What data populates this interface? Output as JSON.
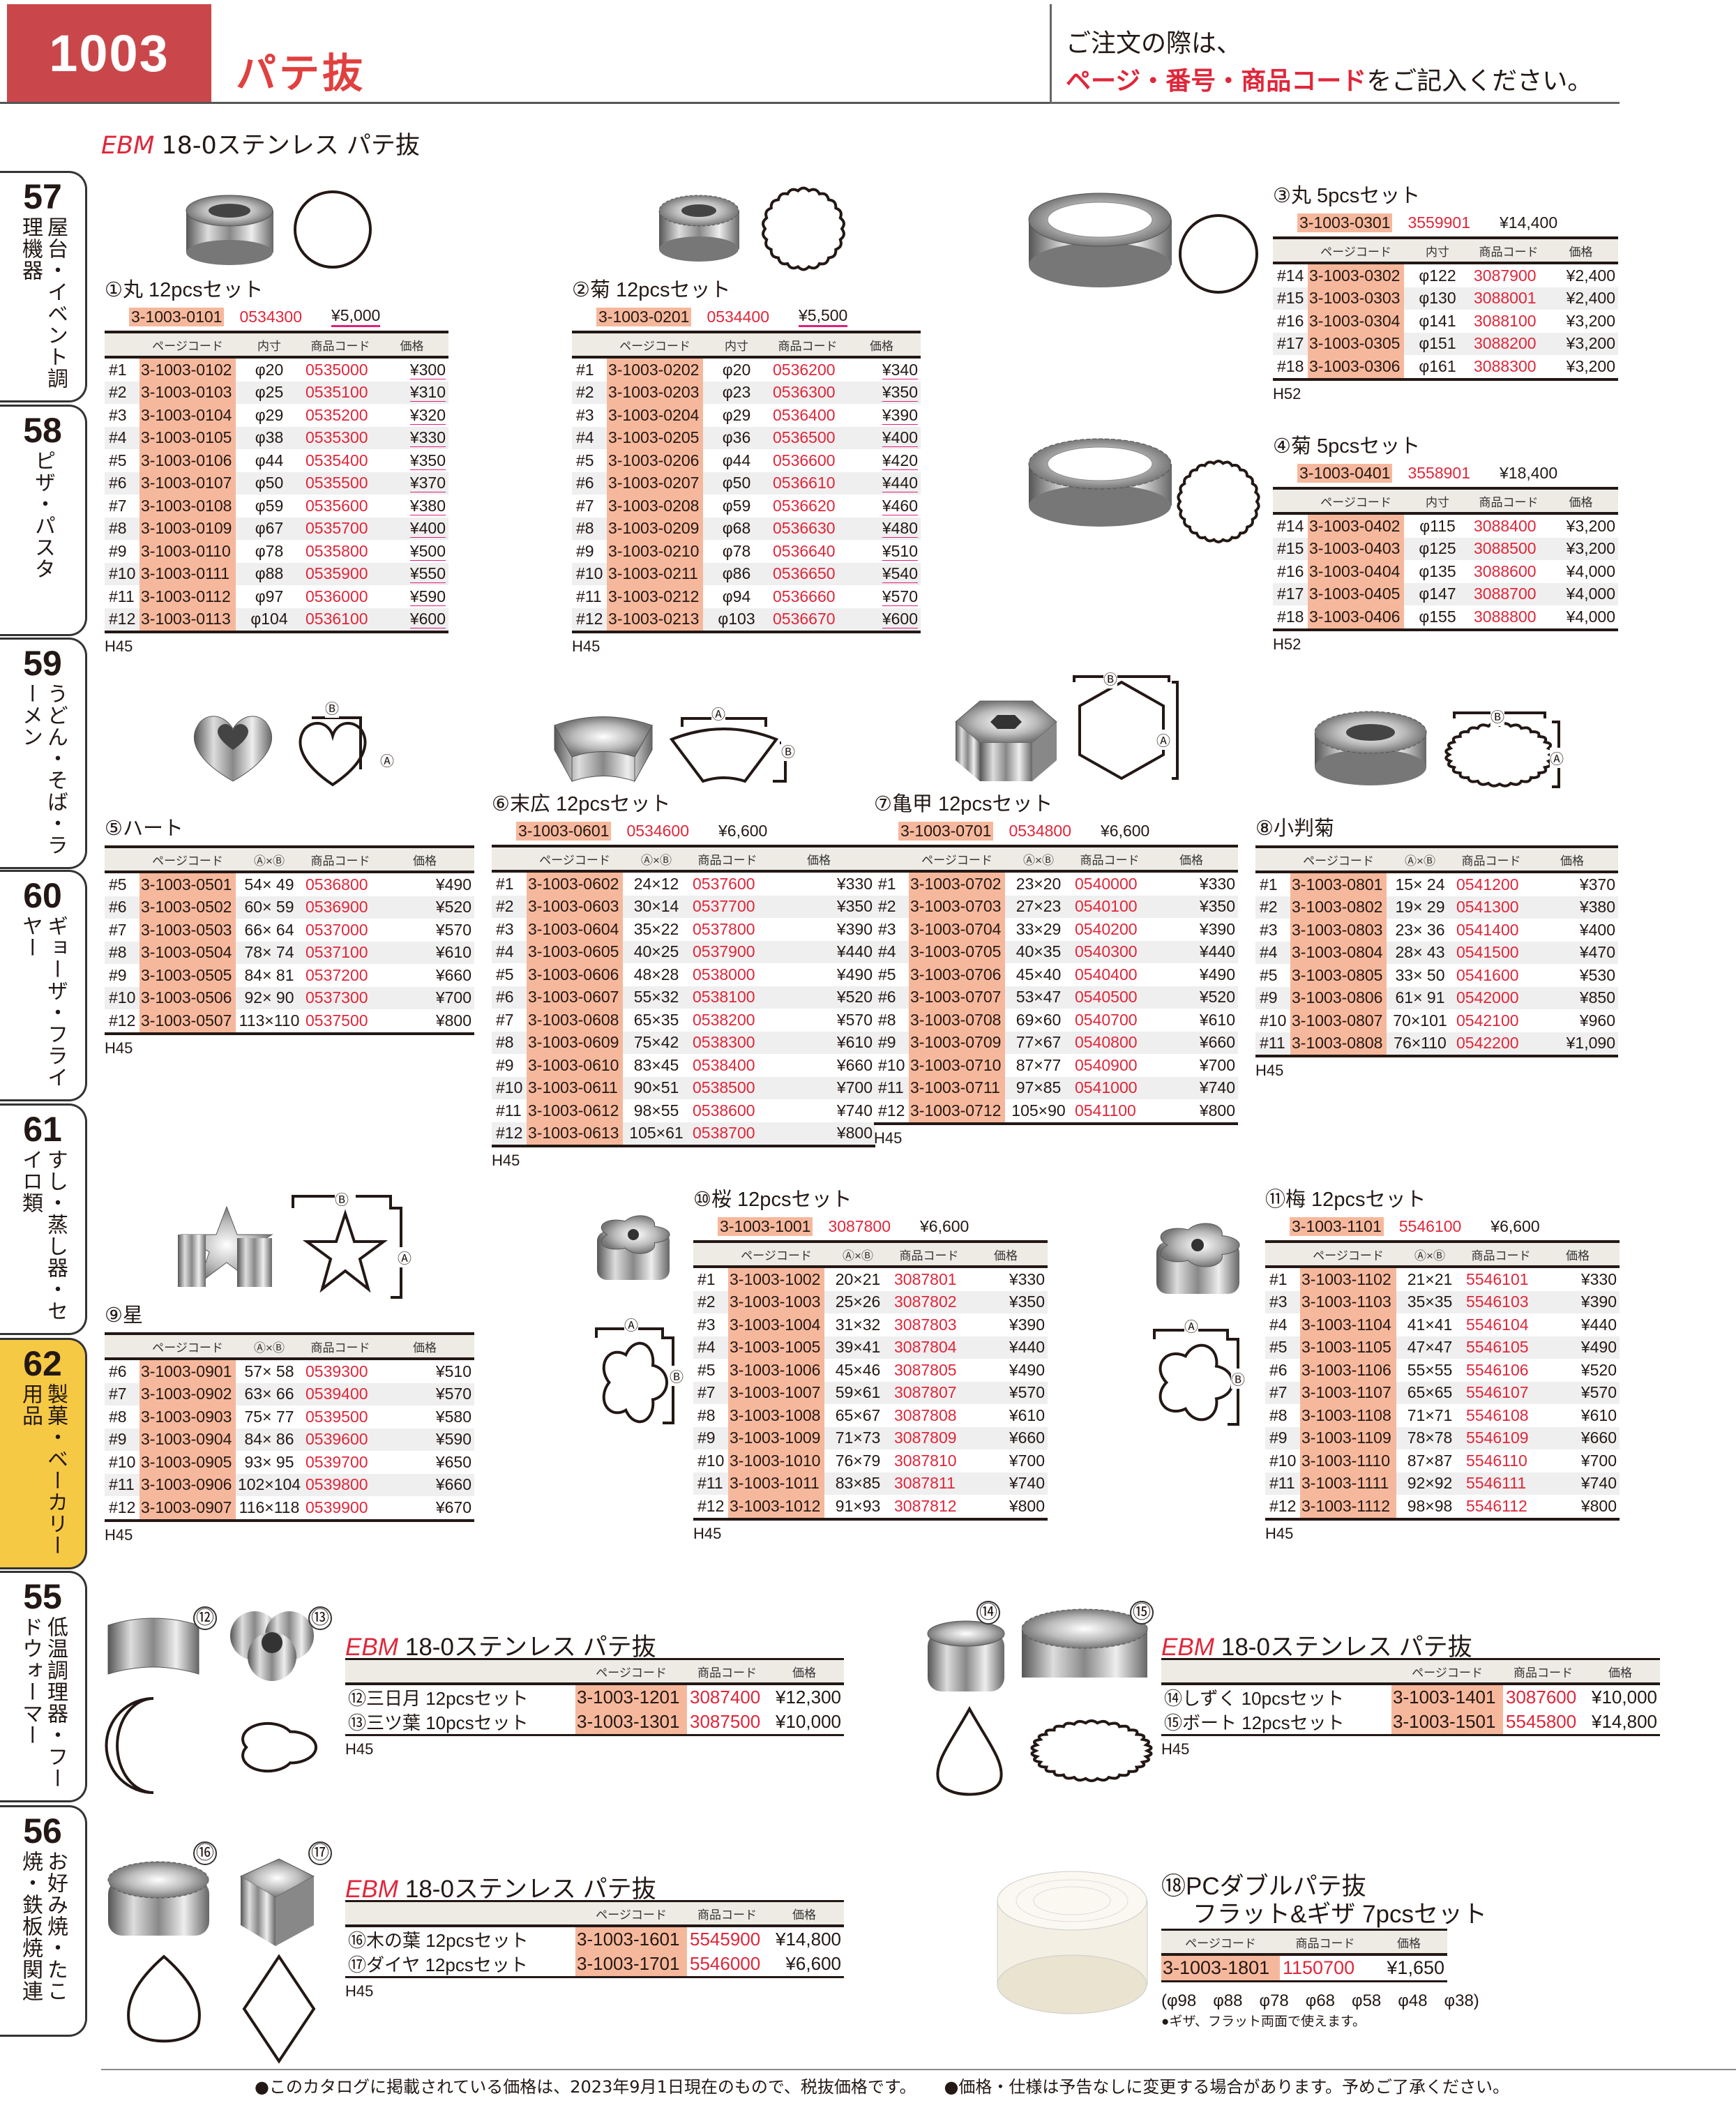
{
  "header": {
    "page_number": "1003",
    "title": "パテ抜",
    "notice_line1": "ご注文の際は、",
    "notice_red": "ページ・番号・商品コード",
    "notice_black": "をご記入ください。"
  },
  "section_title": {
    "brand": "EBM",
    "text": "18-0ステンレス パテ抜"
  },
  "side_tabs": [
    {
      "number": "57",
      "label": "屋台・イベント調理機器"
    },
    {
      "number": "58",
      "label": "ピザ・パスタ"
    },
    {
      "number": "59",
      "label": "うどん・そば・ラーメン"
    },
    {
      "number": "60",
      "label": "ギョーザ・フライヤー"
    },
    {
      "number": "61",
      "label": "すし・蒸し器・セイロ類"
    },
    {
      "number": "62",
      "label": "製菓・ベーカリー用品",
      "active": true
    },
    {
      "number": "55",
      "label": "低温調理器・フードウォーマー"
    },
    {
      "number": "56",
      "label": "お好み焼・たこ焼・鉄板焼関連"
    }
  ],
  "diagram_labels": {
    "a": "Ⓐ",
    "b": "Ⓑ"
  },
  "products": [
    {
      "title": "①丸 12pcsセット",
      "set": {
        "page_code": "3-1003-0101",
        "product_code": "0534300",
        "price": "¥5,000"
      },
      "columns": [
        "",
        "ページコード",
        "内寸",
        "商品コード",
        "価格"
      ],
      "rows": [
        [
          "#1",
          "3-1003-0102",
          "φ20",
          "0535000",
          "¥300"
        ],
        [
          "#2",
          "3-1003-0103",
          "φ25",
          "0535100",
          "¥310"
        ],
        [
          "#3",
          "3-1003-0104",
          "φ29",
          "0535200",
          "¥320"
        ],
        [
          "#4",
          "3-1003-0105",
          "φ38",
          "0535300",
          "¥330"
        ],
        [
          "#5",
          "3-1003-0106",
          "φ44",
          "0535400",
          "¥350"
        ],
        [
          "#6",
          "3-1003-0107",
          "φ50",
          "0535500",
          "¥370"
        ],
        [
          "#7",
          "3-1003-0108",
          "φ59",
          "0535600",
          "¥380"
        ],
        [
          "#8",
          "3-1003-0109",
          "φ67",
          "0535700",
          "¥400"
        ],
        [
          "#9",
          "3-1003-0110",
          "φ78",
          "0535800",
          "¥500"
        ],
        [
          "#10",
          "3-1003-0111",
          "φ88",
          "0535900",
          "¥550"
        ],
        [
          "#11",
          "3-1003-0112",
          "φ97",
          "0536000",
          "¥590"
        ],
        [
          "#12",
          "3-1003-0113",
          "φ104",
          "0536100",
          "¥600"
        ]
      ],
      "note": "H45"
    },
    {
      "title": "②菊 12pcsセット",
      "set": {
        "page_code": "3-1003-0201",
        "product_code": "0534400",
        "price": "¥5,500"
      },
      "columns": [
        "",
        "ページコード",
        "内寸",
        "商品コード",
        "価格"
      ],
      "rows": [
        [
          "#1",
          "3-1003-0202",
          "φ20",
          "0536200",
          "¥340"
        ],
        [
          "#2",
          "3-1003-0203",
          "φ23",
          "0536300",
          "¥350"
        ],
        [
          "#3",
          "3-1003-0204",
          "φ29",
          "0536400",
          "¥390"
        ],
        [
          "#4",
          "3-1003-0205",
          "φ36",
          "0536500",
          "¥400"
        ],
        [
          "#5",
          "3-1003-0206",
          "φ44",
          "0536600",
          "¥420"
        ],
        [
          "#6",
          "3-1003-0207",
          "φ50",
          "0536610",
          "¥440"
        ],
        [
          "#7",
          "3-1003-0208",
          "φ59",
          "0536620",
          "¥460"
        ],
        [
          "#8",
          "3-1003-0209",
          "φ68",
          "0536630",
          "¥480"
        ],
        [
          "#9",
          "3-1003-0210",
          "φ78",
          "0536640",
          "¥510"
        ],
        [
          "#10",
          "3-1003-0211",
          "φ86",
          "0536650",
          "¥540"
        ],
        [
          "#11",
          "3-1003-0212",
          "φ94",
          "0536660",
          "¥570"
        ],
        [
          "#12",
          "3-1003-0213",
          "φ103",
          "0536670",
          "¥600"
        ]
      ],
      "note": "H45"
    },
    {
      "title": "③丸 5pcsセット",
      "set": {
        "page_code": "3-1003-0301",
        "product_code": "3559901",
        "price": "¥14,400"
      },
      "columns": [
        "",
        "ページコード",
        "内寸",
        "商品コード",
        "価格"
      ],
      "rows": [
        [
          "#14",
          "3-1003-0302",
          "φ122",
          "3087900",
          "¥2,400"
        ],
        [
          "#15",
          "3-1003-0303",
          "φ130",
          "3088001",
          "¥2,400"
        ],
        [
          "#16",
          "3-1003-0304",
          "φ141",
          "3088100",
          "¥3,200"
        ],
        [
          "#17",
          "3-1003-0305",
          "φ151",
          "3088200",
          "¥3,200"
        ],
        [
          "#18",
          "3-1003-0306",
          "φ161",
          "3088300",
          "¥3,200"
        ]
      ],
      "note": "H52"
    },
    {
      "title": "④菊 5pcsセット",
      "set": {
        "page_code": "3-1003-0401",
        "product_code": "3558901",
        "price": "¥18,400"
      },
      "columns": [
        "",
        "ページコード",
        "内寸",
        "商品コード",
        "価格"
      ],
      "rows": [
        [
          "#14",
          "3-1003-0402",
          "φ115",
          "3088400",
          "¥3,200"
        ],
        [
          "#15",
          "3-1003-0403",
          "φ125",
          "3088500",
          "¥3,200"
        ],
        [
          "#16",
          "3-1003-0404",
          "φ135",
          "3088600",
          "¥4,000"
        ],
        [
          "#17",
          "3-1003-0405",
          "φ147",
          "3088700",
          "¥4,000"
        ],
        [
          "#18",
          "3-1003-0406",
          "φ155",
          "3088800",
          "¥4,000"
        ]
      ],
      "note": "H52"
    },
    {
      "title": "⑤ハート",
      "set": null,
      "columns": [
        "",
        "ページコード",
        "Ⓐ×Ⓑ",
        "商品コード",
        "価格"
      ],
      "rows": [
        [
          "#5",
          "3-1003-0501",
          "54× 49",
          "0536800",
          "¥490"
        ],
        [
          "#6",
          "3-1003-0502",
          "60× 59",
          "0536900",
          "¥520"
        ],
        [
          "#7",
          "3-1003-0503",
          "66× 64",
          "0537000",
          "¥570"
        ],
        [
          "#8",
          "3-1003-0504",
          "78× 74",
          "0537100",
          "¥610"
        ],
        [
          "#9",
          "3-1003-0505",
          "84× 81",
          "0537200",
          "¥660"
        ],
        [
          "#10",
          "3-1003-0506",
          "92× 90",
          "0537300",
          "¥700"
        ],
        [
          "#12",
          "3-1003-0507",
          "113×110",
          "0537500",
          "¥800"
        ]
      ],
      "note": "H45"
    },
    {
      "title": "⑥末広 12pcsセット",
      "set": {
        "page_code": "3-1003-0601",
        "product_code": "0534600",
        "price": "¥6,600"
      },
      "columns": [
        "",
        "ページコード",
        "Ⓐ×Ⓑ",
        "商品コード",
        "価格"
      ],
      "rows": [
        [
          "#1",
          "3-1003-0602",
          "24×12",
          "0537600",
          "¥330"
        ],
        [
          "#2",
          "3-1003-0603",
          "30×14",
          "0537700",
          "¥350"
        ],
        [
          "#3",
          "3-1003-0604",
          "35×22",
          "0537800",
          "¥390"
        ],
        [
          "#4",
          "3-1003-0605",
          "40×25",
          "0537900",
          "¥440"
        ],
        [
          "#5",
          "3-1003-0606",
          "48×28",
          "0538000",
          "¥490"
        ],
        [
          "#6",
          "3-1003-0607",
          "55×32",
          "0538100",
          "¥520"
        ],
        [
          "#7",
          "3-1003-0608",
          "65×35",
          "0538200",
          "¥570"
        ],
        [
          "#8",
          "3-1003-0609",
          "75×42",
          "0538300",
          "¥610"
        ],
        [
          "#9",
          "3-1003-0610",
          "83×45",
          "0538400",
          "¥660"
        ],
        [
          "#10",
          "3-1003-0611",
          "90×51",
          "0538500",
          "¥700"
        ],
        [
          "#11",
          "3-1003-0612",
          "98×55",
          "0538600",
          "¥740"
        ],
        [
          "#12",
          "3-1003-0613",
          "105×61",
          "0538700",
          "¥800"
        ]
      ],
      "note": "H45"
    },
    {
      "title": "⑦亀甲 12pcsセット",
      "set": {
        "page_code": "3-1003-0701",
        "product_code": "0534800",
        "price": "¥6,600"
      },
      "columns": [
        "",
        "ページコード",
        "Ⓐ×Ⓑ",
        "商品コード",
        "価格"
      ],
      "rows": [
        [
          "#1",
          "3-1003-0702",
          "23×20",
          "0540000",
          "¥330"
        ],
        [
          "#2",
          "3-1003-0703",
          "27×23",
          "0540100",
          "¥350"
        ],
        [
          "#3",
          "3-1003-0704",
          "33×29",
          "0540200",
          "¥390"
        ],
        [
          "#4",
          "3-1003-0705",
          "40×35",
          "0540300",
          "¥440"
        ],
        [
          "#5",
          "3-1003-0706",
          "45×40",
          "0540400",
          "¥490"
        ],
        [
          "#6",
          "3-1003-0707",
          "53×47",
          "0540500",
          "¥520"
        ],
        [
          "#8",
          "3-1003-0708",
          "69×60",
          "0540700",
          "¥610"
        ],
        [
          "#9",
          "3-1003-0709",
          "77×67",
          "0540800",
          "¥660"
        ],
        [
          "#10",
          "3-1003-0710",
          "87×77",
          "0540900",
          "¥700"
        ],
        [
          "#11",
          "3-1003-0711",
          "97×85",
          "0541000",
          "¥740"
        ],
        [
          "#12",
          "3-1003-0712",
          "105×90",
          "0541100",
          "¥800"
        ]
      ],
      "note": "H45"
    },
    {
      "title": "⑧小判菊",
      "set": null,
      "columns": [
        "",
        "ページコード",
        "Ⓐ×Ⓑ",
        "商品コード",
        "価格"
      ],
      "rows": [
        [
          "#1",
          "3-1003-0801",
          "15× 24",
          "0541200",
          "¥370"
        ],
        [
          "#2",
          "3-1003-0802",
          "19× 29",
          "0541300",
          "¥380"
        ],
        [
          "#3",
          "3-1003-0803",
          "23× 36",
          "0541400",
          "¥400"
        ],
        [
          "#4",
          "3-1003-0804",
          "28× 43",
          "0541500",
          "¥470"
        ],
        [
          "#5",
          "3-1003-0805",
          "33× 50",
          "0541600",
          "¥530"
        ],
        [
          "#9",
          "3-1003-0806",
          "61× 91",
          "0542000",
          "¥850"
        ],
        [
          "#10",
          "3-1003-0807",
          "70×101",
          "0542100",
          "¥960"
        ],
        [
          "#11",
          "3-1003-0808",
          "76×110",
          "0542200",
          "¥1,090"
        ]
      ],
      "note": "H45"
    },
    {
      "title": "⑨星",
      "set": null,
      "columns": [
        "",
        "ページコード",
        "Ⓐ×Ⓑ",
        "商品コード",
        "価格"
      ],
      "rows": [
        [
          "#6",
          "3-1003-0901",
          "57× 58",
          "0539300",
          "¥510"
        ],
        [
          "#7",
          "3-1003-0902",
          "63× 66",
          "0539400",
          "¥570"
        ],
        [
          "#8",
          "3-1003-0903",
          "75× 77",
          "0539500",
          "¥580"
        ],
        [
          "#9",
          "3-1003-0904",
          "84× 86",
          "0539600",
          "¥590"
        ],
        [
          "#10",
          "3-1003-0905",
          "93× 95",
          "0539700",
          "¥650"
        ],
        [
          "#11",
          "3-1003-0906",
          "102×104",
          "0539800",
          "¥660"
        ],
        [
          "#12",
          "3-1003-0907",
          "116×118",
          "0539900",
          "¥670"
        ]
      ],
      "note": "H45"
    },
    {
      "title": "⑩桜 12pcsセット",
      "set": {
        "page_code": "3-1003-1001",
        "product_code": "3087800",
        "price": "¥6,600"
      },
      "columns": [
        "",
        "ページコード",
        "Ⓐ×Ⓑ",
        "商品コード",
        "価格"
      ],
      "rows": [
        [
          "#1",
          "3-1003-1002",
          "20×21",
          "3087801",
          "¥330"
        ],
        [
          "#2",
          "3-1003-1003",
          "25×26",
          "3087802",
          "¥350"
        ],
        [
          "#3",
          "3-1003-1004",
          "31×32",
          "3087803",
          "¥390"
        ],
        [
          "#4",
          "3-1003-1005",
          "39×41",
          "3087804",
          "¥440"
        ],
        [
          "#5",
          "3-1003-1006",
          "45×46",
          "3087805",
          "¥490"
        ],
        [
          "#7",
          "3-1003-1007",
          "59×61",
          "3087807",
          "¥570"
        ],
        [
          "#8",
          "3-1003-1008",
          "65×67",
          "3087808",
          "¥610"
        ],
        [
          "#9",
          "3-1003-1009",
          "71×73",
          "3087809",
          "¥660"
        ],
        [
          "#10",
          "3-1003-1010",
          "76×79",
          "3087810",
          "¥700"
        ],
        [
          "#11",
          "3-1003-1011",
          "83×85",
          "3087811",
          "¥740"
        ],
        [
          "#12",
          "3-1003-1012",
          "91×93",
          "3087812",
          "¥800"
        ]
      ],
      "note": "H45"
    },
    {
      "title": "⑪梅 12pcsセット",
      "set": {
        "page_code": "3-1003-1101",
        "product_code": "5546100",
        "price": "¥6,600"
      },
      "columns": [
        "",
        "ページコード",
        "Ⓐ×Ⓑ",
        "商品コード",
        "価格"
      ],
      "rows": [
        [
          "#1",
          "3-1003-1102",
          "21×21",
          "5546101",
          "¥330"
        ],
        [
          "#3",
          "3-1003-1103",
          "35×35",
          "5546103",
          "¥390"
        ],
        [
          "#4",
          "3-1003-1104",
          "41×41",
          "5546104",
          "¥440"
        ],
        [
          "#5",
          "3-1003-1105",
          "47×47",
          "5546105",
          "¥490"
        ],
        [
          "#6",
          "3-1003-1106",
          "55×55",
          "5546106",
          "¥520"
        ],
        [
          "#7",
          "3-1003-1107",
          "65×65",
          "5546107",
          "¥570"
        ],
        [
          "#8",
          "3-1003-1108",
          "71×71",
          "5546108",
          "¥610"
        ],
        [
          "#9",
          "3-1003-1109",
          "78×78",
          "5546109",
          "¥660"
        ],
        [
          "#10",
          "3-1003-1110",
          "87×87",
          "5546110",
          "¥700"
        ],
        [
          "#11",
          "3-1003-1111",
          "92×92",
          "5546111",
          "¥740"
        ],
        [
          "#12",
          "3-1003-1112",
          "98×98",
          "5546112",
          "¥800"
        ]
      ],
      "note": "H45"
    }
  ],
  "bottom_sets": [
    {
      "brand": "EBM",
      "title": "18-0ステンレス パテ抜",
      "columns": [
        "",
        "ページコード",
        "商品コード",
        "価格"
      ],
      "badges": [
        "⑫",
        "⑬"
      ],
      "rows": [
        [
          "⑫三日月 12pcsセット",
          "3-1003-1201",
          "3087400",
          "¥12,300"
        ],
        [
          "⑬三ツ葉 10pcsセット",
          "3-1003-1301",
          "3087500",
          "¥10,000"
        ]
      ],
      "note": "H45"
    },
    {
      "brand": "EBM",
      "title": "18-0ステンレス パテ抜",
      "columns": [
        "",
        "ページコード",
        "商品コード",
        "価格"
      ],
      "badges": [
        "⑭",
        "⑮"
      ],
      "rows": [
        [
          "⑭しずく 10pcsセット",
          "3-1003-1401",
          "3087600",
          "¥10,000"
        ],
        [
          "⑮ボート 12pcsセット",
          "3-1003-1501",
          "5545800",
          "¥14,800"
        ]
      ],
      "note": "H45"
    },
    {
      "brand": "EBM",
      "title": "18-0ステンレス パテ抜",
      "columns": [
        "",
        "ページコード",
        "商品コード",
        "価格"
      ],
      "badges": [
        "⑯",
        "⑰"
      ],
      "rows": [
        [
          "⑯木の葉 12pcsセット",
          "3-1003-1601",
          "5545900",
          "¥14,800"
        ],
        [
          "⑰ダイヤ 12pcsセット",
          "3-1003-1701",
          "5546000",
          "¥6,600"
        ]
      ],
      "note": "H45"
    }
  ],
  "pc_set": {
    "title_line1": "⑱PCダブルパテ抜",
    "title_line2": "フラット&ギザ 7pcsセット",
    "columns": [
      "ページコード",
      "商品コード",
      "価格"
    ],
    "rows": [
      [
        "3-1003-1801",
        "1150700",
        "¥1,650"
      ]
    ],
    "sizes": "(φ98　φ88　φ78　φ68　φ58　φ48　φ38)",
    "note": "●ギザ、フラット両面で使えます。"
  },
  "footer": {
    "note1": "●このカタログに掲載されている価格は、2023年9月1日現在のもので、税抜価格です。",
    "note2": "●価格・仕様は予告なしに変更する場合があります。予めご了承ください。"
  }
}
